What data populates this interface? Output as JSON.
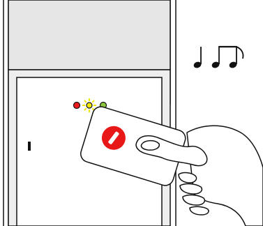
{
  "scene": {
    "wall_color": "#e6e6e6",
    "panel_fill": "#eeeeee",
    "reader_fill": "#ffffff",
    "outline_color": "#111111"
  },
  "reader": {
    "leds": [
      {
        "name": "red",
        "color": "#ee1c1c",
        "lit": false
      },
      {
        "name": "yellow",
        "color": "#f2e600",
        "lit": true
      },
      {
        "name": "green",
        "color": "#8cc63f",
        "lit": false
      }
    ]
  },
  "card": {
    "fill": "#ffffff",
    "logo_color": "#e81818"
  },
  "music": {
    "symbol_names": [
      "quarter-note-icon",
      "beamed-eighth-notes-icon"
    ]
  }
}
